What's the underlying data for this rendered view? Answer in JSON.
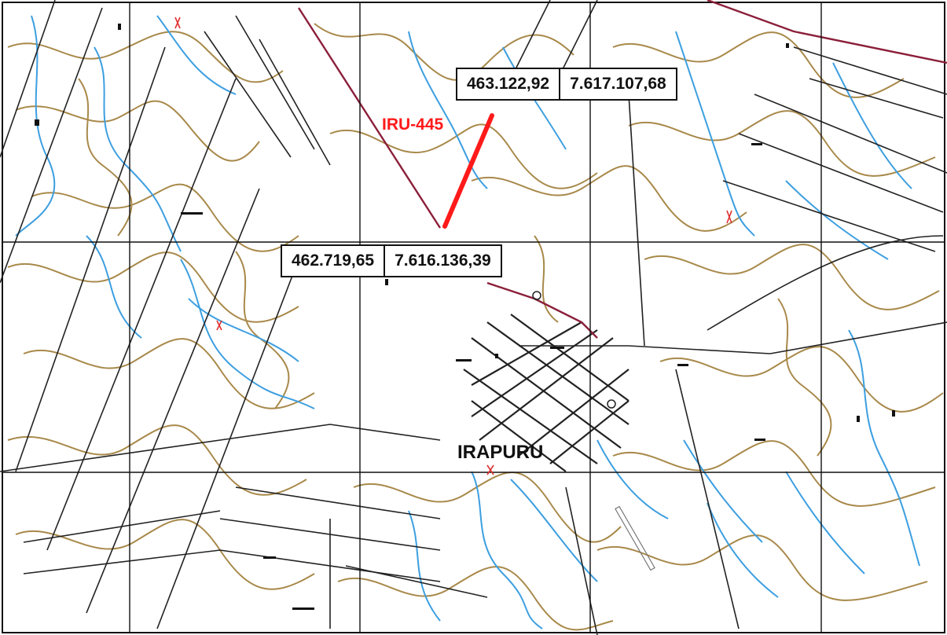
{
  "map": {
    "route_label": "IRU-445",
    "town_label": "IRAPURU",
    "coord_top": {
      "easting": "463.122,92",
      "northing": "7.617.107,68"
    },
    "coord_bottom": {
      "easting": "462.719,65",
      "northing": "7.616.136,39"
    },
    "colors": {
      "contour": "#a8894a",
      "stream": "#3d9fe0",
      "road": "#222222",
      "highway": "#8b1f3a",
      "route": "#ff1a1a",
      "grid": "#111111"
    }
  }
}
